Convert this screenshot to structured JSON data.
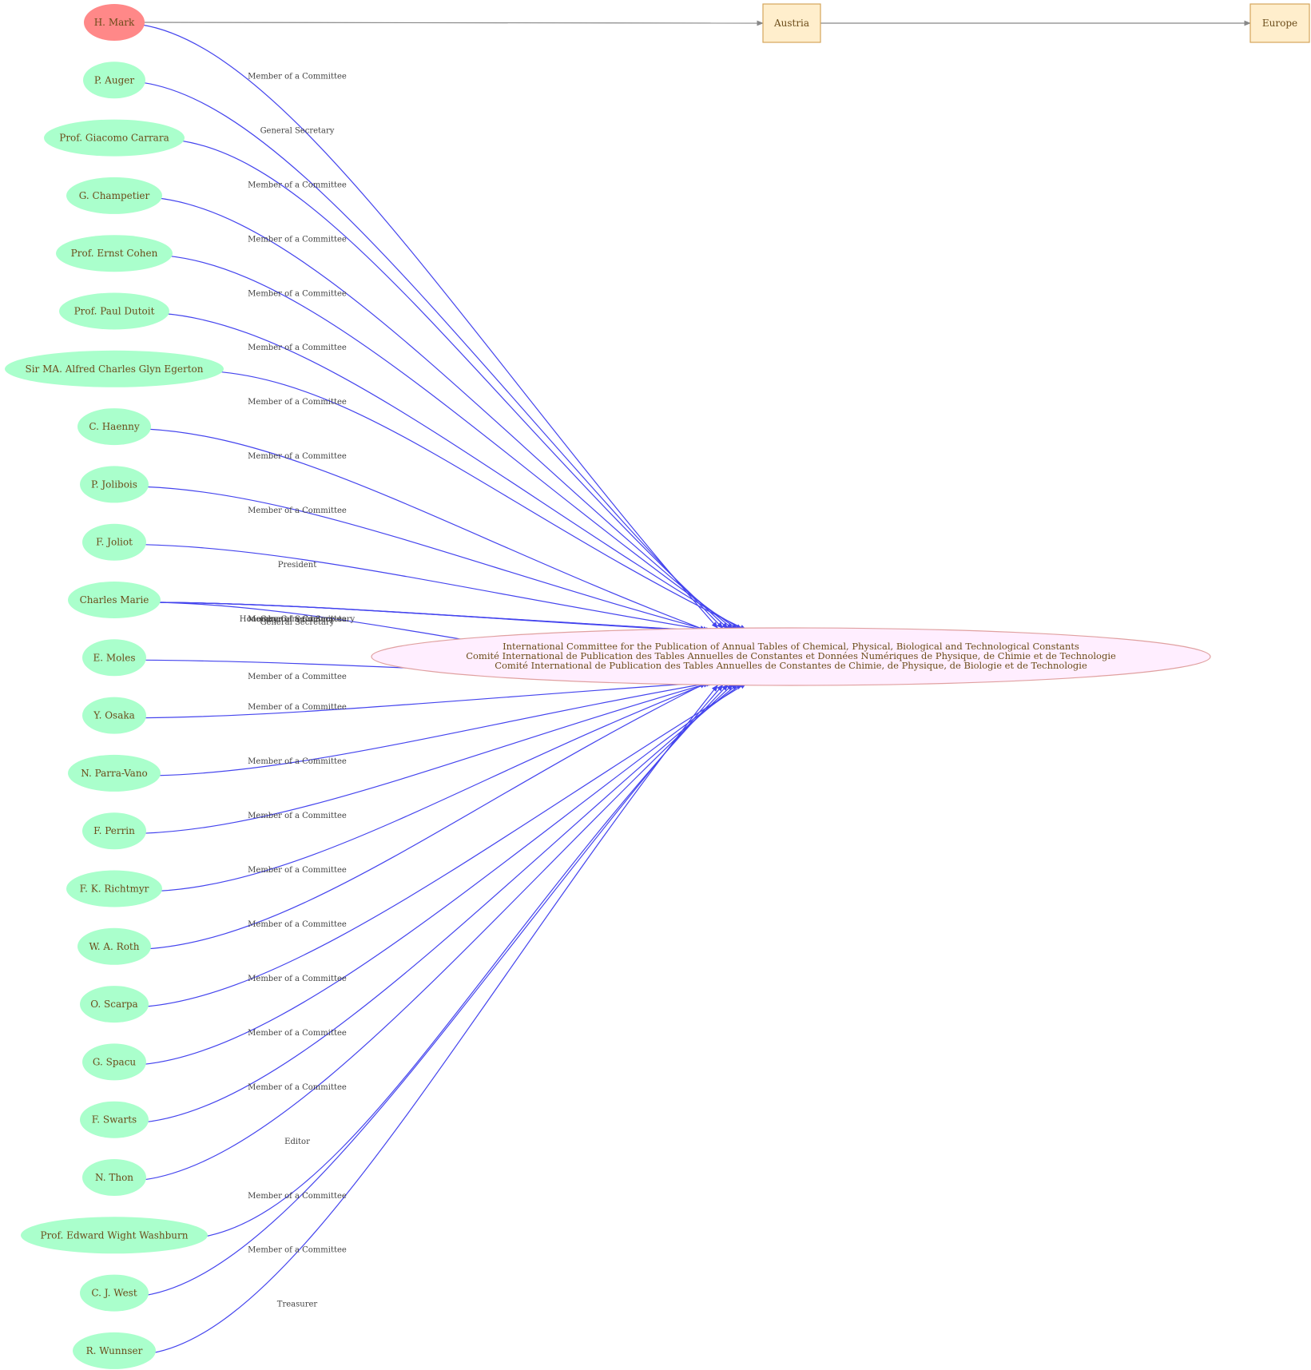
{
  "colors": {
    "person_fill": "#aaffcc",
    "highlight_fill": "#ff8888",
    "place_fill": "#ffeecc",
    "place_stroke": "#d4a55a",
    "center_fill": "#ffeeff",
    "center_stroke": "#e0a0a0",
    "edge_membership": "#4444ee",
    "edge_location": "#888888"
  },
  "center": {
    "lines": [
      "International Committee for the Publication of Annual Tables of  Chemical, Physical, Biological and Technological Constants",
      "Comité International de Publication des Tables Annuelles de Constantes et Données Numériques de Physique, de Chimie et de Technologie",
      "Comité International de Publication des Tables Annuelles de Constantes de Chimie, de Physique, de Biologie et de Technologie"
    ]
  },
  "places": [
    {
      "id": "austria",
      "label": "Austria"
    },
    {
      "id": "europe",
      "label": "Europe"
    }
  ],
  "people": [
    {
      "id": "h-mark",
      "label": "H. Mark",
      "highlight": true
    },
    {
      "id": "p-auger",
      "label": "P. Auger"
    },
    {
      "id": "giacomo-carrara",
      "label": "Prof. Giacomo Carrara"
    },
    {
      "id": "g-champetier",
      "label": "G. Champetier"
    },
    {
      "id": "ernst-cohen",
      "label": "Prof. Ernst Cohen"
    },
    {
      "id": "paul-dutoit",
      "label": "Prof. Paul Dutoit"
    },
    {
      "id": "egerton",
      "label": "Sir MA. Alfred Charles Glyn Egerton"
    },
    {
      "id": "c-haenny",
      "label": "C. Haenny"
    },
    {
      "id": "p-jolibois",
      "label": "P. Jolibois"
    },
    {
      "id": "f-joliot",
      "label": "F. Joliot"
    },
    {
      "id": "charles-marie",
      "label": "Charles Marie"
    },
    {
      "id": "e-moles",
      "label": "E. Moles"
    },
    {
      "id": "y-osaka",
      "label": "Y. Osaka"
    },
    {
      "id": "n-parra-vano",
      "label": "N. Parra-Vano"
    },
    {
      "id": "f-perrin",
      "label": "F. Perrin"
    },
    {
      "id": "f-k-richtmyr",
      "label": "F. K. Richtmyr"
    },
    {
      "id": "w-a-roth",
      "label": "W. A. Roth"
    },
    {
      "id": "o-scarpa",
      "label": "O. Scarpa"
    },
    {
      "id": "g-spacu",
      "label": "G. Spacu"
    },
    {
      "id": "f-swarts",
      "label": "F. Swarts"
    },
    {
      "id": "n-thon",
      "label": "N. Thon"
    },
    {
      "id": "edward-washburn",
      "label": "Prof. Edward Wight Washburn"
    },
    {
      "id": "c-j-west",
      "label": "C. J. West"
    },
    {
      "id": "r-wunnser",
      "label": "R. Wunnser"
    }
  ],
  "edges": [
    {
      "from": "h-mark",
      "to": "center",
      "label": "Member of a Committee"
    },
    {
      "from": "p-auger",
      "to": "center",
      "label": "General Secretary"
    },
    {
      "from": "giacomo-carrara",
      "to": "center",
      "label": "Member of a Committee"
    },
    {
      "from": "g-champetier",
      "to": "center",
      "label": "Member of a Committee"
    },
    {
      "from": "ernst-cohen",
      "to": "center",
      "label": "Member of a Committee"
    },
    {
      "from": "paul-dutoit",
      "to": "center",
      "label": "Member of a Committee"
    },
    {
      "from": "egerton",
      "to": "center",
      "label": "Member of a Committee"
    },
    {
      "from": "c-haenny",
      "to": "center",
      "label": "Member of a Committee"
    },
    {
      "from": "p-jolibois",
      "to": "center",
      "label": "Member of a Committee"
    },
    {
      "from": "f-joliot",
      "to": "center",
      "label": "President"
    },
    {
      "from": "charles-marie",
      "to": "center",
      "label": "Member of a Committee"
    },
    {
      "from": "charles-marie",
      "to": "center",
      "label": "General Secretary"
    },
    {
      "from": "charles-marie",
      "to": "center",
      "label": "Honorary General Secretary"
    },
    {
      "from": "charles-marie",
      "to": "center",
      "label": "Member of a Committee"
    },
    {
      "from": "charles-marie",
      "to": "center",
      "label": "General Secretary"
    },
    {
      "from": "e-moles",
      "to": "center",
      "label": "Member of a Committee"
    },
    {
      "from": "y-osaka",
      "to": "center",
      "label": "Member of a Committee"
    },
    {
      "from": "n-parra-vano",
      "to": "center",
      "label": "Member of a Committee"
    },
    {
      "from": "f-perrin",
      "to": "center",
      "label": "Member of a Committee"
    },
    {
      "from": "f-k-richtmyr",
      "to": "center",
      "label": "Member of a Committee"
    },
    {
      "from": "w-a-roth",
      "to": "center",
      "label": "Member of a Committee"
    },
    {
      "from": "o-scarpa",
      "to": "center",
      "label": "Member of a Committee"
    },
    {
      "from": "g-spacu",
      "to": "center",
      "label": "Member of a Committee"
    },
    {
      "from": "f-swarts",
      "to": "center",
      "label": "Member of a Committee"
    },
    {
      "from": "n-thon",
      "to": "center",
      "label": "Editor"
    },
    {
      "from": "edward-washburn",
      "to": "center",
      "label": "Member of a Committee"
    },
    {
      "from": "c-j-west",
      "to": "center",
      "label": "Member of a Committee"
    },
    {
      "from": "r-wunnser",
      "to": "center",
      "label": "Treasurer"
    },
    {
      "from": "h-mark",
      "to": "austria",
      "label": ""
    },
    {
      "from": "austria",
      "to": "europe",
      "label": ""
    }
  ]
}
